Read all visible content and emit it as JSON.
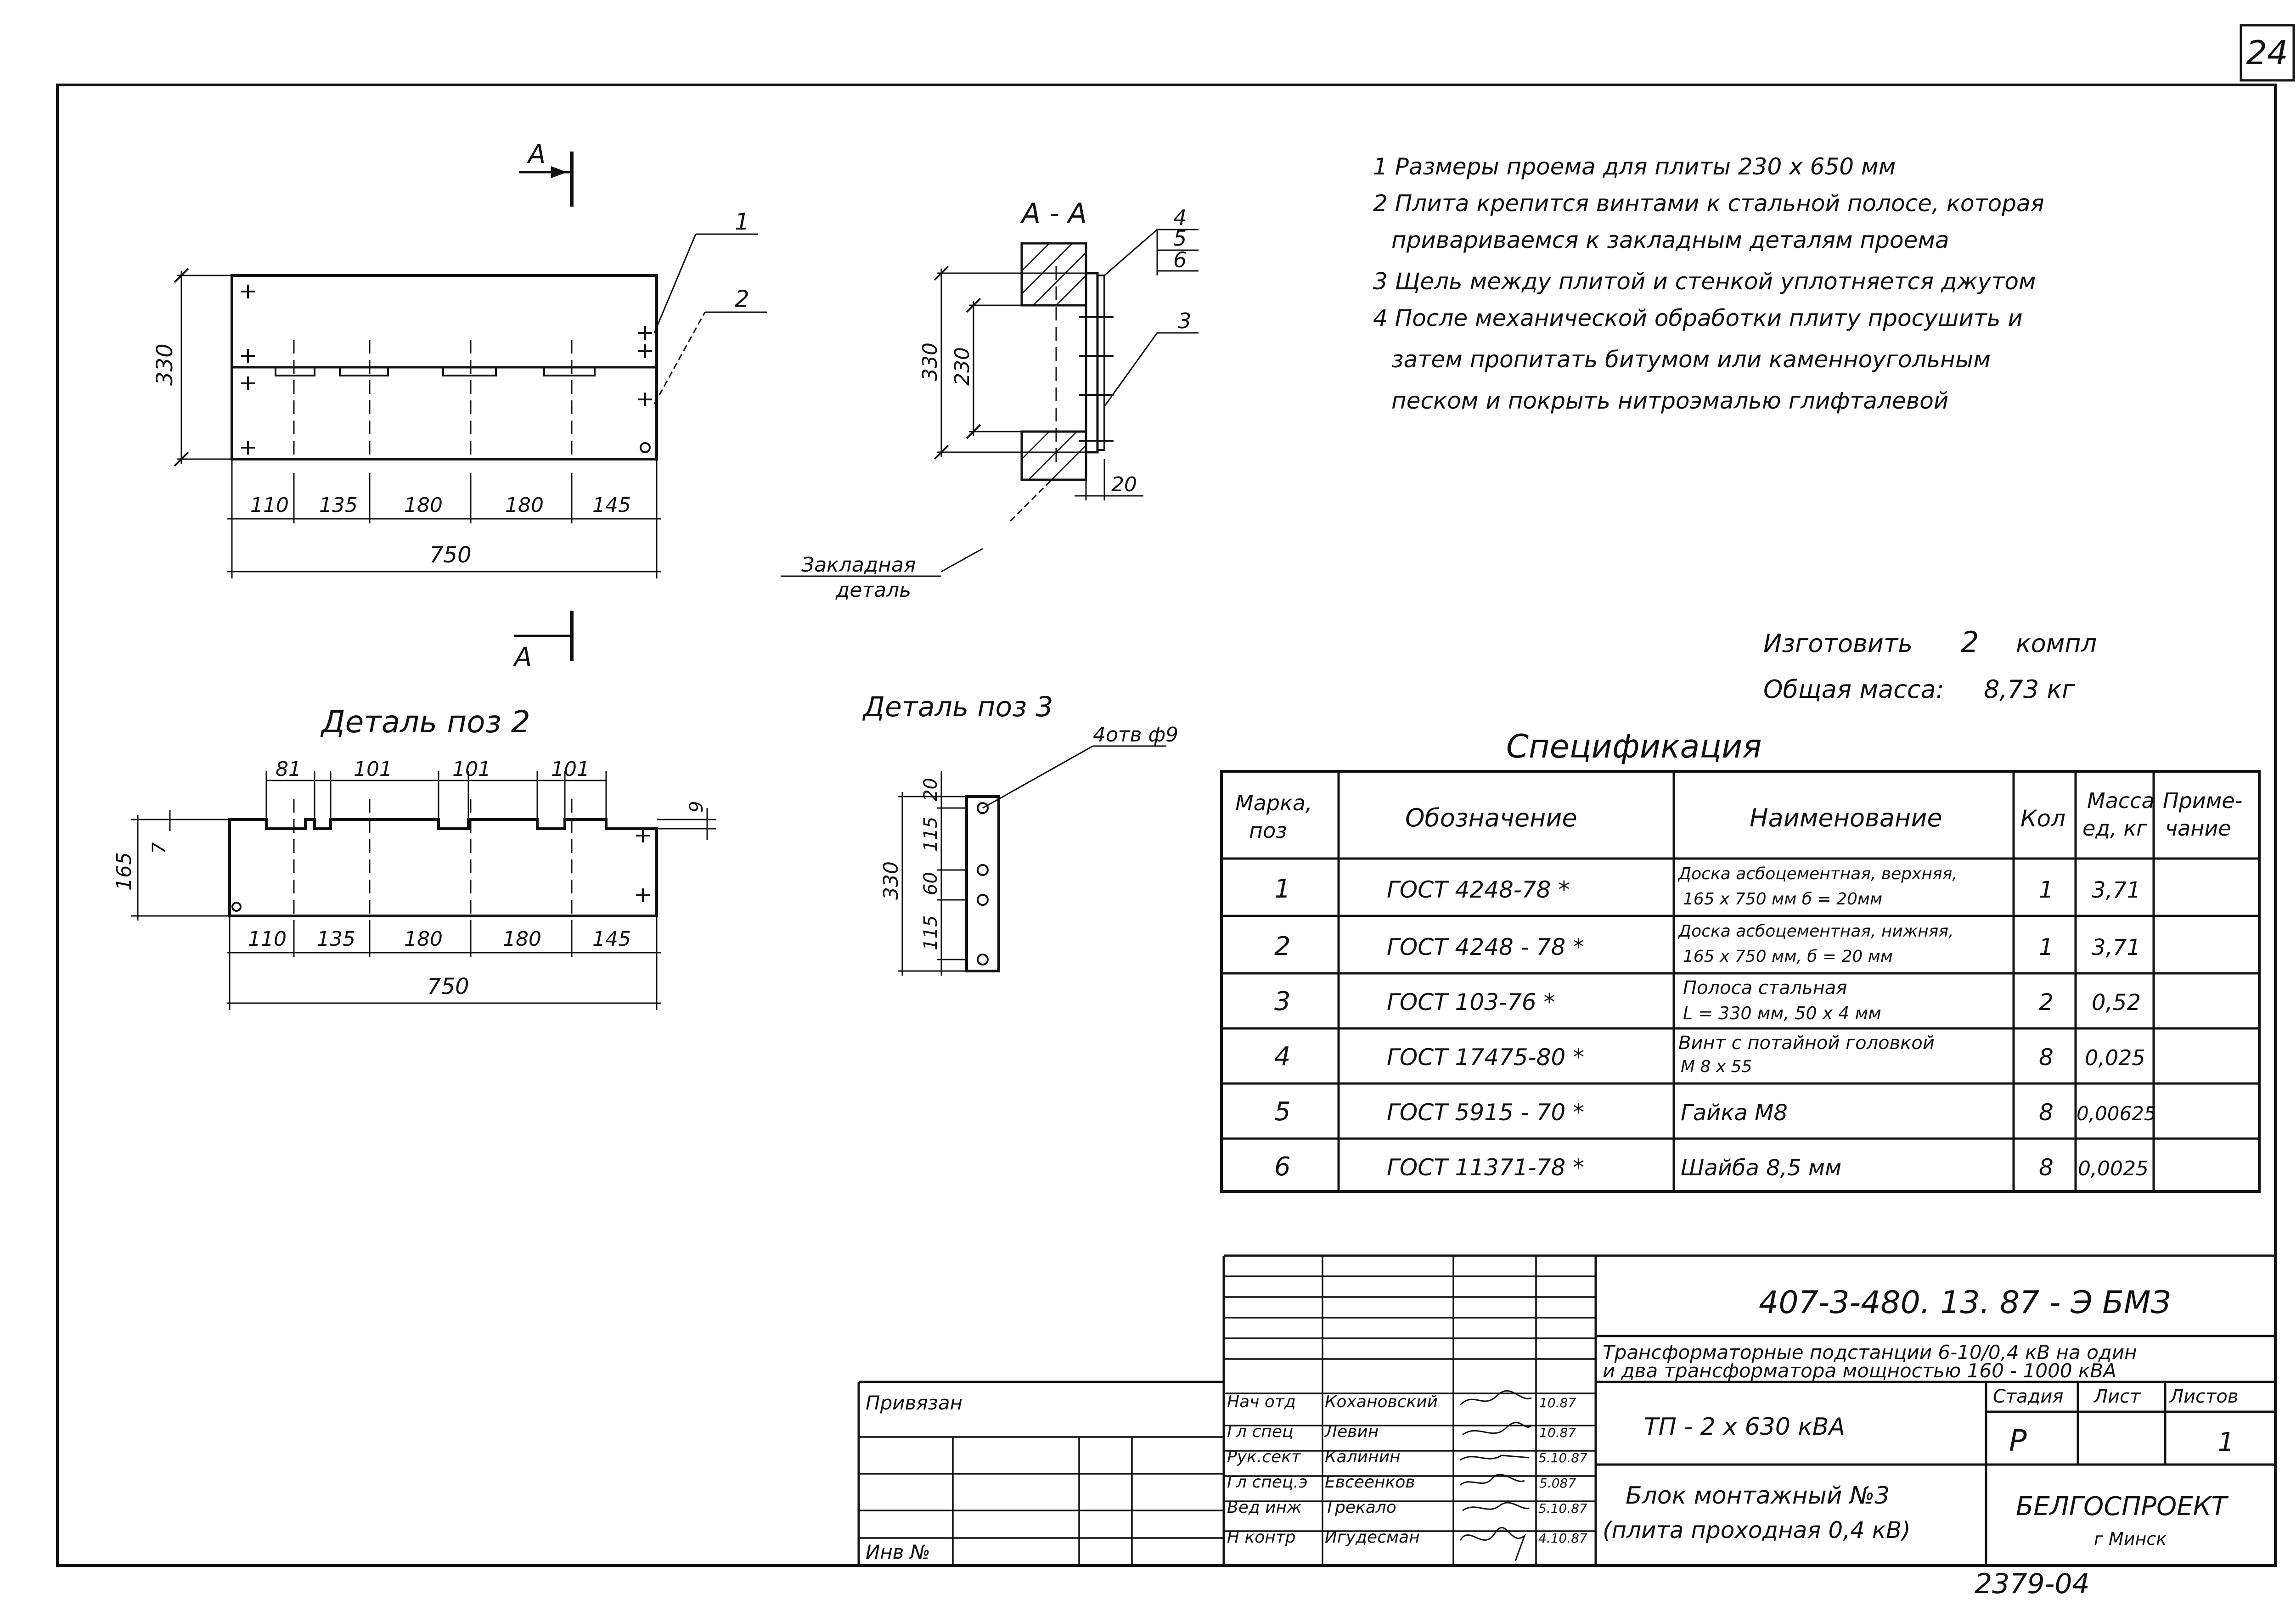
{
  "sheet_number": "24",
  "notes": [
    "1  Размеры проема  для плиты 230 х 650 мм",
    "2  Плита крепится винтами к стальной полосе, которая",
    "привариваемся к закладным деталям проема",
    "3  Щель между плитой и стенкой уплотняется джутом",
    "4  После механической обработки плиту просушить и",
    "затем пропитать битумом или каменноугольным",
    "песком и покрыть нитроэмалью глифталевой"
  ],
  "main_view": {
    "section_mark": "А",
    "callouts": [
      "1",
      "2"
    ],
    "height_dim": "330",
    "segments": [
      "110",
      "135",
      "180",
      "180",
      "145"
    ],
    "total_dim": "750"
  },
  "section_view": {
    "title": "А - А",
    "dim_330": "330",
    "dim_230": "230",
    "dim_20": "20",
    "callouts": [
      "4",
      "5",
      "6",
      "3"
    ],
    "embedded_label_1": "Закладная",
    "embedded_label_2": "деталь"
  },
  "detail2": {
    "title": "Деталь   поз  2",
    "top_dims": [
      "81",
      "101",
      "101",
      "101"
    ],
    "dim_9": "9",
    "dim_7": "7",
    "dim_165": "165",
    "segments": [
      "110",
      "135",
      "180",
      "180",
      "145"
    ],
    "total_dim": "750"
  },
  "detail3": {
    "title": "Деталь  поз 3",
    "holes_label": "4отв ф9",
    "dim_330": "330",
    "dims": [
      "20",
      "115",
      "60",
      "115"
    ]
  },
  "make": {
    "label": "Изготовить",
    "qty": "2",
    "unit": "компл"
  },
  "mass": {
    "label": "Общая  масса:",
    "value": "8,73 кг"
  },
  "spec": {
    "title": "Спецификация",
    "headers": [
      "Марка, поз",
      "Обозначение",
      "Наименование",
      "Кол",
      "Масса ед, кг",
      "Приме-чание"
    ],
    "rows": [
      {
        "pos": "1",
        "code": "ГОСТ  4248-78 *",
        "name1": "Доска асбоцементная, верхняя,",
        "name2": "165 х 750 мм   б = 20мм",
        "qty": "1",
        "mass": "3,71",
        "note": ""
      },
      {
        "pos": "2",
        "code": "ГОСТ  4248 - 78 *",
        "name1": "Доска асбоцементная, нижняя,",
        "name2": "165 х 750 мм,  б = 20 мм",
        "qty": "1",
        "mass": "3,71",
        "note": ""
      },
      {
        "pos": "3",
        "code": "ГОСТ  103-76 *",
        "name1": "Полоса  стальная",
        "name2": "L = 330 мм,  50 х 4 мм",
        "qty": "2",
        "mass": "0,52",
        "note": ""
      },
      {
        "pos": "4",
        "code": "ГОСТ   17475-80 *",
        "name1": "Винт с потайной головкой",
        "name2": "М 8 х 55",
        "qty": "8",
        "mass": "0,025",
        "note": ""
      },
      {
        "pos": "5",
        "code": "ГОСТ   5915 - 70 *",
        "name1": "Гайка    М8",
        "name2": "",
        "qty": "8",
        "mass": "0,00625",
        "note": ""
      },
      {
        "pos": "6",
        "code": "ГОСТ   11371-78 *",
        "name1": "Шайба  8,5 мм",
        "name2": "",
        "qty": "8",
        "mass": "0,0025",
        "note": ""
      }
    ]
  },
  "title_block": {
    "doc_code": "407-3-480. 13. 87 - Э  БМЗ",
    "project1": "Трансформаторные  подстанции 6-10/0,4 кВ на один",
    "project2": "и два трансформатора мощностью 160 - 1000 кВА",
    "sheet_title": "ТП  - 2 х 630 кВА",
    "drawing1": "Блок  монтажный  №3",
    "drawing2": "(плита проходная 0,4 кВ)",
    "stage_header": "Стадия",
    "sheet_header": "Лист",
    "sheets_header": "Листов",
    "stage": "Р",
    "sheets": "1",
    "org1": "БЕЛГОСПРОЕКТ",
    "org2": "г Минск",
    "privyazan": "Привязан",
    "inv": "Инв № ",
    "roles": [
      "Нач отд",
      "Гл спец",
      "Рук.сект",
      "Гл спец.э",
      "Вед инж",
      "Н контр"
    ],
    "names": [
      "Кохановский",
      "Левин",
      "Калинин",
      "Евсеенков",
      "Трекало",
      "Игудесман"
    ],
    "dates": [
      "10.87",
      "10.87",
      "5.10.87",
      "5.087",
      "5.10.87",
      "4.10.87"
    ],
    "drawing_no": "2379-04"
  }
}
